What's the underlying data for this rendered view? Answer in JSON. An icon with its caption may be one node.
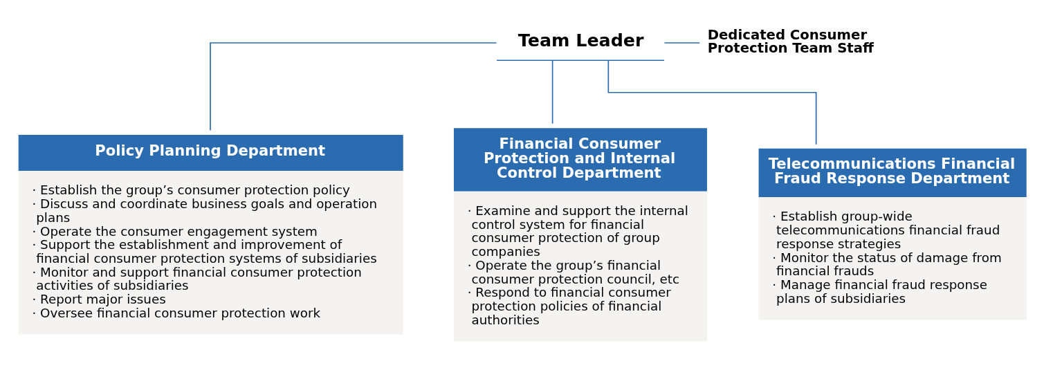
{
  "diagram": {
    "nodes": [
      {
        "text": [
          "Team Leader"
        ]
      },
      {
        "text": [
          "Dedicated Consumer Protection Team Staff"
        ]
      },
      {
        "text": [
          "Policy Planning Department",
          "· Establish the group’s consumer protection policy",
          "· Discuss and coordinate business goals and operation plans",
          "· Operate the consumer engagement system",
          "· Support the establishment and improvement of financial consumer protection systems of subsidiaries",
          "· Monitor and support financial consumer protection activities of subsidiaries",
          "· Report major issues",
          "· Oversee financial consumer protection work"
        ]
      },
      {
        "text": [
          "Financial Consumer Protection and Internal Control Department",
          "· Examine and support the internal control system for financial consumer protection of group companies",
          "· Operate the group’s financial consumer protection council, etc",
          "· Respond to financial consumer protection policies of financial authorities"
        ]
      },
      {
        "text": [
          "Telecommunications Financial Fraud Response Department",
          "· Establish group-wide telecommunications financial fraud response strategies",
          "· Monitor the status of damage from financial frauds",
          "· Manage financial fraud response plans of subsidiaries"
        ]
      }
    ],
    "edges": [
      {
        "from": 0,
        "to": 1,
        "arrow": "none"
      },
      {
        "from": 0,
        "to": 2,
        "arrow": "none"
      },
      {
        "from": 0,
        "to": 3,
        "arrow": "none"
      },
      {
        "from": 0,
        "to": 4,
        "arrow": "none"
      }
    ]
  }
}
